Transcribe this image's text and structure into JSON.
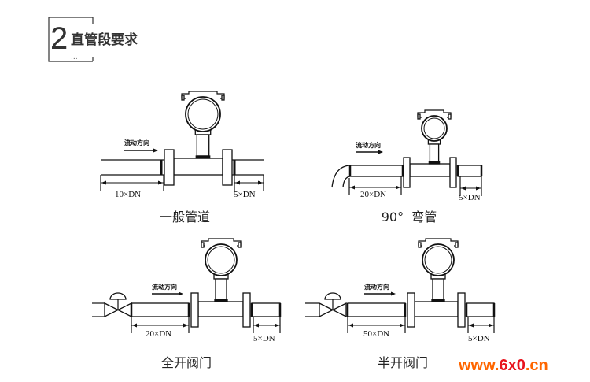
{
  "header": {
    "number": "2",
    "title": "直管段要求",
    "ellipsis": "..."
  },
  "flow_label": "流动方向",
  "diagrams": [
    {
      "caption": "一般管道",
      "upstream": "10×DN",
      "downstream": "5×DN"
    },
    {
      "caption": "90°  弯管",
      "upstream": "20×DN",
      "downstream": "5×DN"
    },
    {
      "caption": "全开阀门",
      "upstream": "20×DN",
      "downstream": "5×DN"
    },
    {
      "caption": "半开阀门",
      "upstream": "50×DN",
      "downstream": "5×DN"
    }
  ],
  "watermark": {
    "prefix": "www.",
    "brand": "6x0",
    "suffix": ".cn",
    "orange": "#ff6600",
    "red": "#e8141e"
  }
}
